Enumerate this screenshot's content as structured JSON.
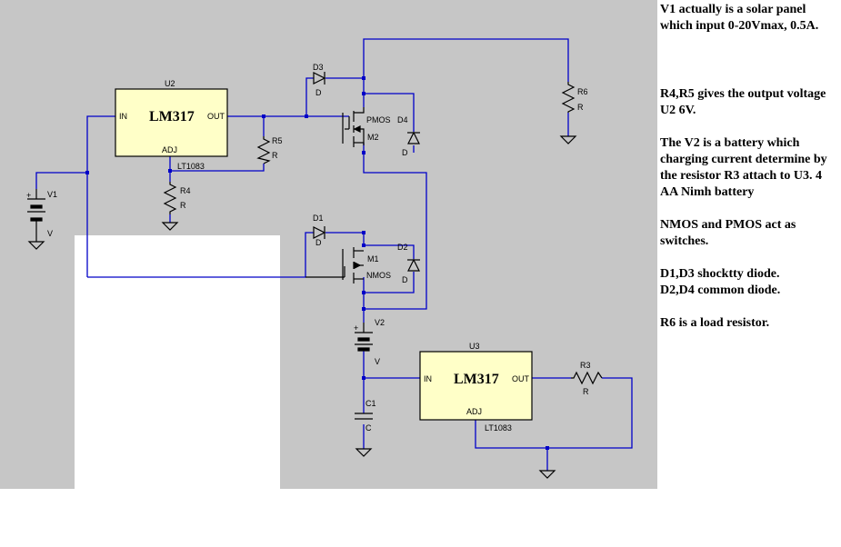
{
  "components": {
    "u2": {
      "name": "U2",
      "chip": "LM317",
      "in": "IN",
      "out": "OUT",
      "adj": "ADJ",
      "part": "LT1083"
    },
    "u3": {
      "name": "U3",
      "chip": "LM317",
      "in": "IN",
      "out": "OUT",
      "adj": "ADJ",
      "part": "LT1083"
    },
    "v1": {
      "name": "V1",
      "value": "V",
      "plus": "+"
    },
    "v2": {
      "name": "V2",
      "value": "V",
      "plus": "+"
    },
    "r4": {
      "name": "R4",
      "value": "R"
    },
    "r5": {
      "name": "R5",
      "value": "R"
    },
    "r6": {
      "name": "R6",
      "value": "R"
    },
    "r3": {
      "name": "R3",
      "value": "R"
    },
    "d1": {
      "name": "D1",
      "value": "D"
    },
    "d2": {
      "name": "D2",
      "value": "D"
    },
    "d3": {
      "name": "D3",
      "value": "D"
    },
    "d4": {
      "name": "D4",
      "value": "D"
    },
    "m1": {
      "name": "M1",
      "type": "NMOS"
    },
    "m2": {
      "name": "M2",
      "type": "PMOS"
    },
    "c1": {
      "name": "C1",
      "value": "C"
    }
  },
  "notes": [
    "V1 actually is a solar panel which input 0-20Vmax, 0.5A.",
    "R4,R5 gives the output voltage U2 6V.",
    "The V2 is a battery which charging current determine by the resistor R3 attach to U3. 4 AA Nimh battery",
    "NMOS and PMOS act as switches.",
    "D1,D3 shocktty diode.",
    "D2,D4 common diode.",
    "R6 is a load resistor."
  ],
  "colors": {
    "wire": "#0000c8",
    "chip_fill": "#ffffc8",
    "background": "#c6c6c6"
  }
}
